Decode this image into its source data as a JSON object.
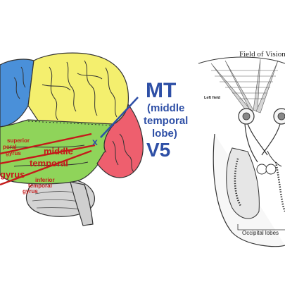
{
  "brain_panel": {
    "mt_title": "MT",
    "mt_line1": "(middle",
    "mt_line2": "temporal",
    "mt_line3": "lobe)",
    "mt_v5": "V5",
    "marker": "x",
    "labels": {
      "superior_1": "superior",
      "superior_2": "poral",
      "superior_3": "gyrus",
      "middle": "middle",
      "temporal": "temporal",
      "gyrus": "gyrus",
      "inferior_1": "inferior",
      "inferior_2": "temporal",
      "inferior_3": "gyrus"
    },
    "colors": {
      "frontal_blue": "#4a90d9",
      "parietal_yellow": "#f4ef6e",
      "temporal_green": "#8fd45a",
      "occipital_red": "#ee5f6e",
      "cerebellum_gray": "#d4d4d4",
      "mt_blue": "#2e4fa6",
      "gyrus_red": "#c41a1a"
    }
  },
  "vision_panel": {
    "title": "Field of Vision",
    "left_field": "Left field",
    "occipital_lobes": "Occipital lobes"
  }
}
